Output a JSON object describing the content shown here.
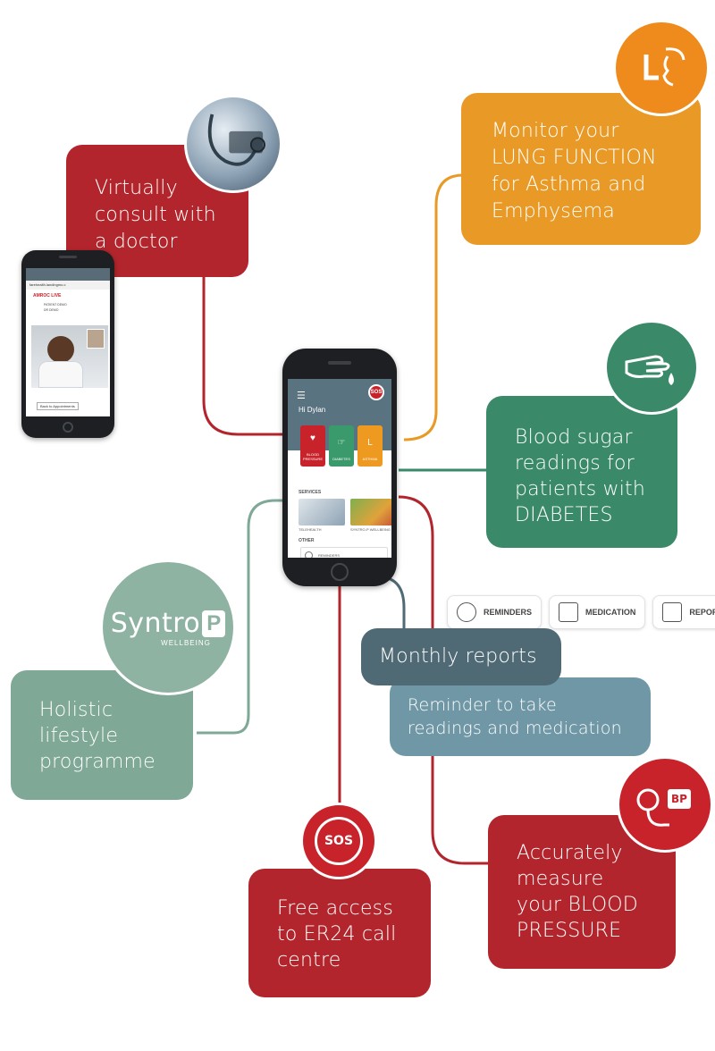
{
  "cards": {
    "consult": {
      "text": "Virtually\nconsult with\na doctor"
    },
    "lung": {
      "text": "Monitor your\nLUNG FUNCTION\nfor Asthma and\nEmphysema"
    },
    "diabetes": {
      "text": "Blood sugar\nreadings for\npatients with\nDIABETES"
    },
    "holistic": {
      "text": "Holistic\nlifestyle\nprogramme"
    },
    "monthly": {
      "text": "Monthly reports"
    },
    "reminder": {
      "text": "Reminder to take\nreadings and medication"
    },
    "bp": {
      "text": "Accurately\nmeasure\nyour BLOOD\nPRESSURE"
    },
    "er24": {
      "text": "Free access\nto ER24 call\ncentre"
    }
  },
  "badges": {
    "syntro_word": "Syntro",
    "syntro_p": "P",
    "syntro_sub": "WELLBEING",
    "sos": "SOS",
    "bp": "BP",
    "lung": "L"
  },
  "colors": {
    "red": "#b3252c",
    "orange": "#e99a26",
    "green": "#3a8a6a",
    "sage": "#7fa896",
    "slate": "#4f6a75",
    "steel": "#6f97a6"
  },
  "strip": {
    "items": [
      {
        "label": "REMINDERS",
        "icon": "clock-icon"
      },
      {
        "label": "MEDICATION",
        "icon": "medication-icon"
      },
      {
        "label": "REPORTS",
        "icon": "folder-plus-icon"
      }
    ]
  },
  "center_phone": {
    "greeting": "Hi Dylan",
    "sos": "SOS",
    "tiles": [
      {
        "label": "BLOOD\nPRESSURE",
        "color": "#c8232b"
      },
      {
        "label": "DIABETES",
        "color": "#3a9a6c"
      },
      {
        "label": "ASTHMA",
        "color": "#ee9a21"
      }
    ],
    "services_label": "SERVICES",
    "services": [
      "TELEHEALTH",
      "SYNTRO-P WELLBEING"
    ],
    "other_label": "OTHER",
    "reminders": "REMINDERS"
  },
  "left_phone": {
    "url": "farehealth.landingmo.c",
    "brand": "AMROC LIVE",
    "patient": "PATIENT DEMO",
    "doctor": "DR DEMO",
    "back_button": "Back to Appointments"
  }
}
